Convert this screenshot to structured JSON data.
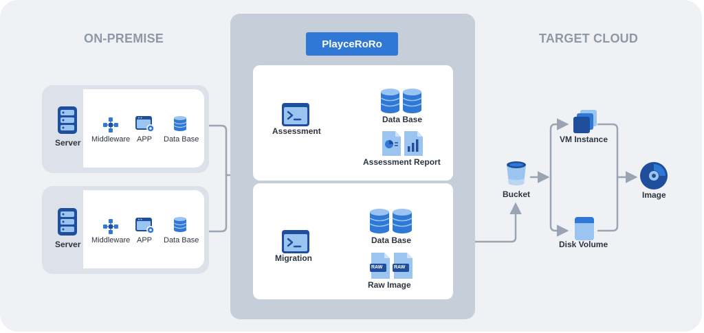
{
  "on_premise": {
    "title": "ON-PREMISE",
    "server_groups": [
      {
        "server_label": "Server",
        "middleware_label": "Middleware",
        "app_label": "APP",
        "database_label": "Data Base"
      },
      {
        "server_label": "Server",
        "middleware_label": "Middleware",
        "app_label": "APP",
        "database_label": "Data Base"
      }
    ]
  },
  "tool": {
    "brand_label": "PlayceRoRo",
    "assessment": {
      "label": "Assessment",
      "outputs": {
        "database_label": "Data Base",
        "report_label": "Assessment Report"
      }
    },
    "migration": {
      "label": "Migration",
      "outputs": {
        "database_label": "Data Base",
        "raw_image_label": "Raw Image",
        "raw_tag": "RAW"
      }
    }
  },
  "target_cloud": {
    "title": "TARGET CLOUD",
    "bucket_label": "Bucket",
    "vm_instance_label": "VM Instance",
    "disk_volume_label": "Disk Volume",
    "image_label": "Image"
  },
  "colors": {
    "primary": "#2f78d6",
    "dark": "#1f4f9c",
    "light": "#9cc4f0",
    "line": "#9aa4b3",
    "frame": "#eff1f4",
    "panel": "#c6ceda"
  }
}
